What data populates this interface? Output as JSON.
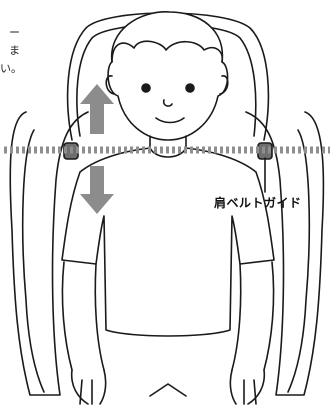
{
  "corner_text": [
    "ー",
    "ま",
    "い。"
  ],
  "callout": {
    "label": "肩ベルトガイド"
  },
  "colors": {
    "arrow": "#8c8c8c",
    "line": "#1a1a1a",
    "dash": "#8f8f8f",
    "guide_fill": "#6e6e6e"
  },
  "icons": {
    "up": "up-arrow-icon",
    "down": "down-arrow-icon"
  }
}
